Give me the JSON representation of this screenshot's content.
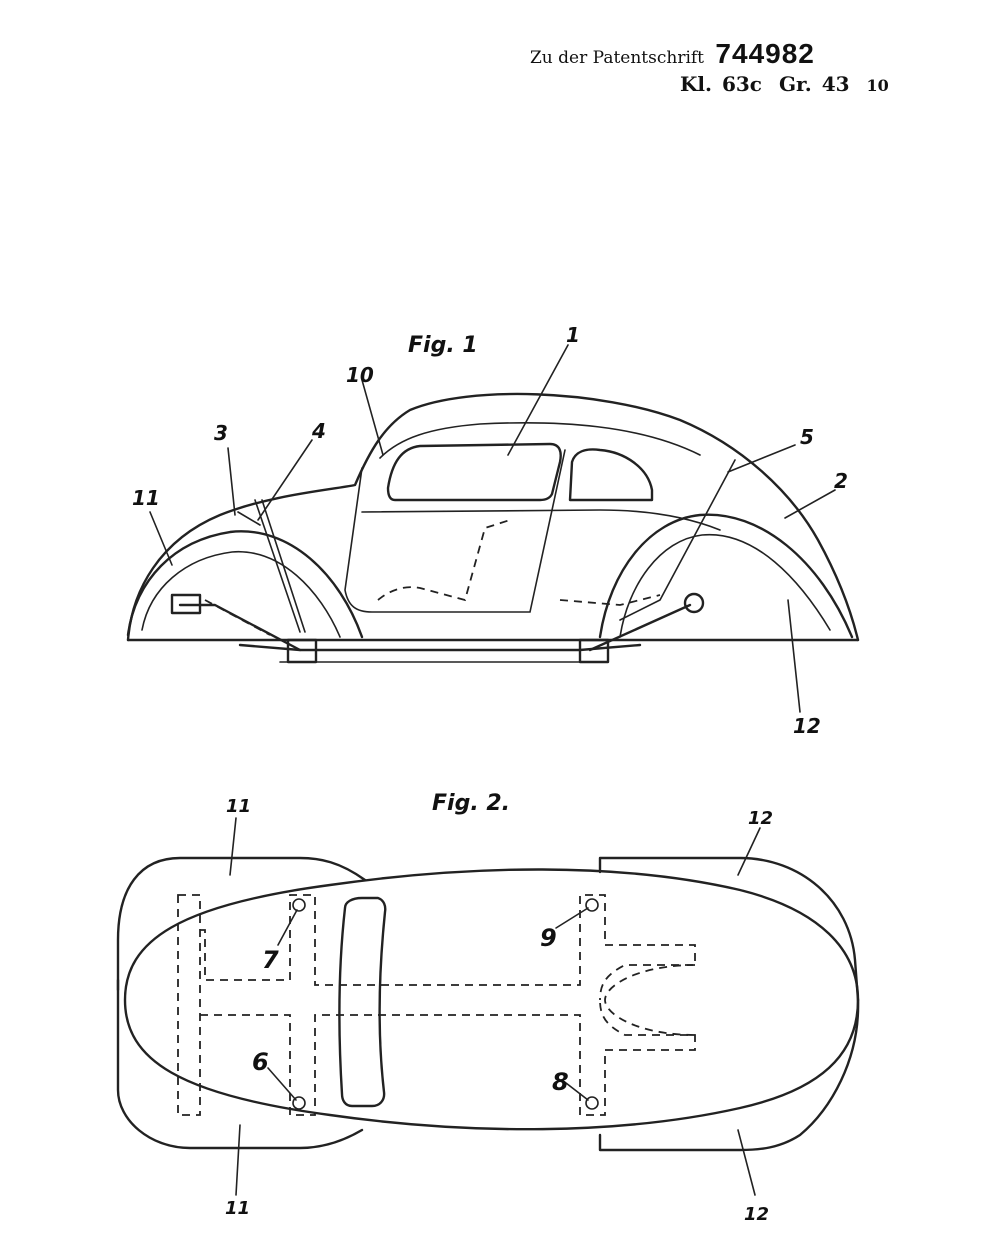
{
  "header": {
    "prefix": "Zu der Patentschrift",
    "patent_number": "744982",
    "class_label": "Kl.",
    "class_value": "63c",
    "group_label": "Gr.",
    "group_value": "43",
    "group_sub": "10"
  },
  "figures": {
    "fig1": {
      "title": "Fig. 1",
      "labels": [
        "1",
        "10",
        "3",
        "4",
        "5",
        "2",
        "11",
        "12"
      ]
    },
    "fig2": {
      "title": "Fig. 2.",
      "labels": [
        "11",
        "12",
        "7",
        "9",
        "6",
        "8",
        "11",
        "12"
      ]
    }
  }
}
